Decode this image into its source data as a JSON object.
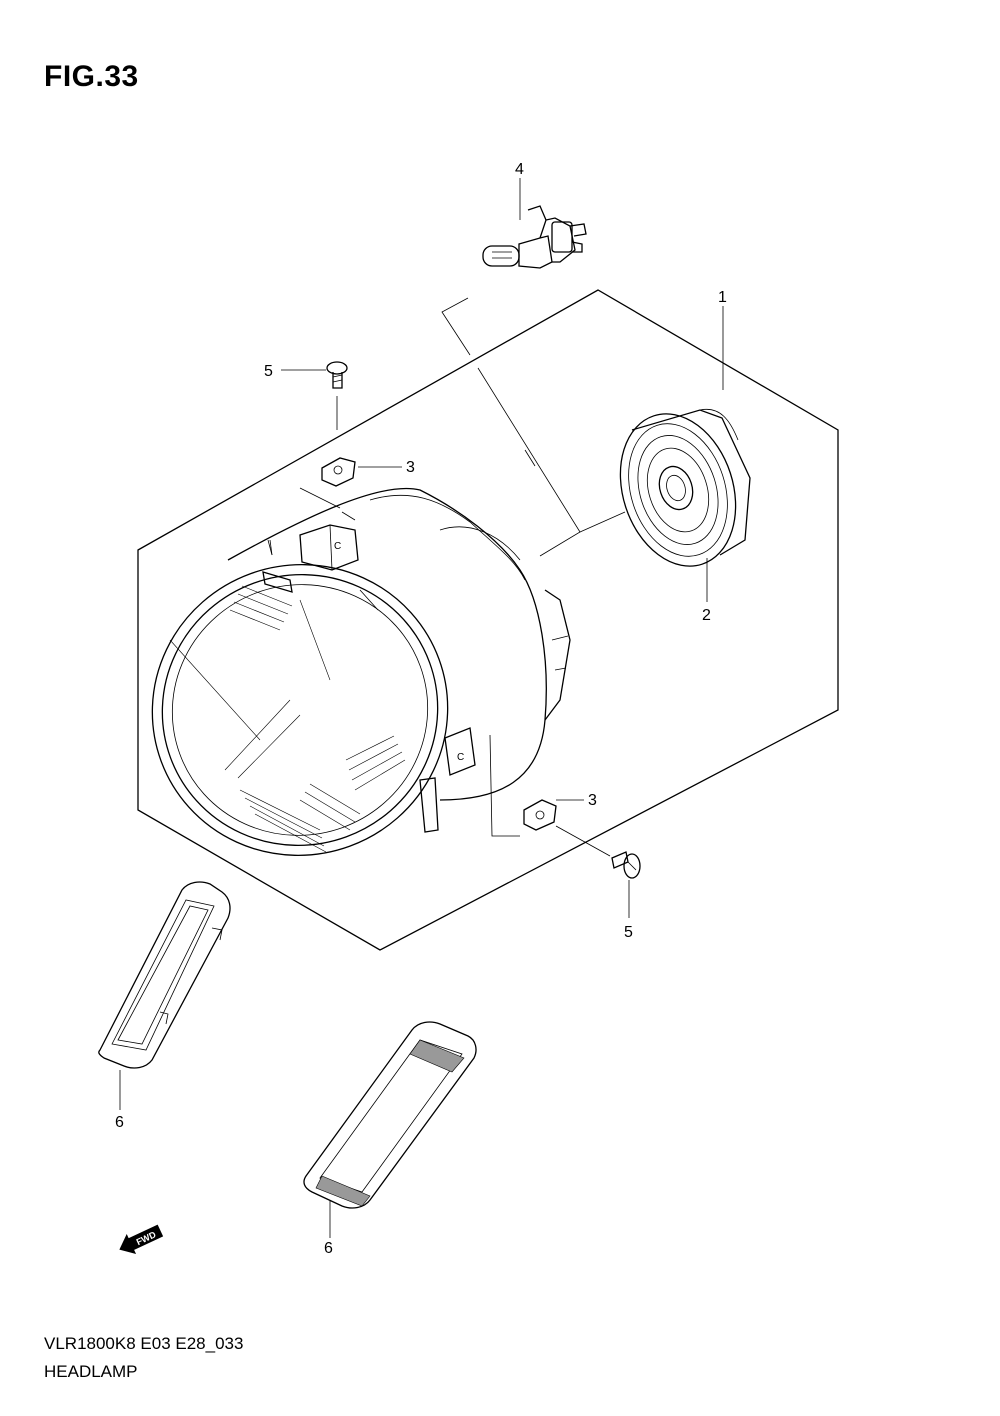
{
  "figure": {
    "title": "FIG.33"
  },
  "callouts": [
    {
      "id": "c1",
      "label": "1"
    },
    {
      "id": "c2",
      "label": "2"
    },
    {
      "id": "c3a",
      "label": "3"
    },
    {
      "id": "c3b",
      "label": "3"
    },
    {
      "id": "c4",
      "label": "4"
    },
    {
      "id": "c5a",
      "label": "5"
    },
    {
      "id": "c5b",
      "label": "5"
    },
    {
      "id": "c6a",
      "label": "6"
    },
    {
      "id": "c6b",
      "label": "6"
    }
  ],
  "badges": {
    "fwd": "FWD",
    "relay_mark": "C"
  },
  "footer": {
    "code": "VLR1800K8  E03  E28_033",
    "name": "HEADLAMP"
  }
}
